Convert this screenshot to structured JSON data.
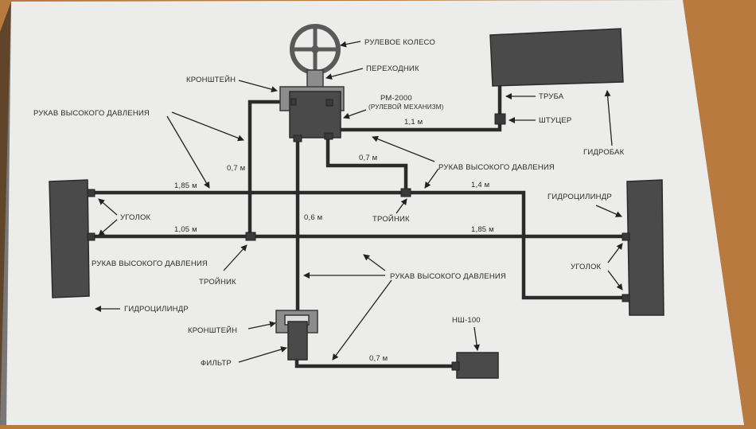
{
  "labels": {
    "steering_wheel": "РУЛЕВОЕ КОЛЕСО",
    "adapter": "ПЕРЕХОДНИК",
    "bracket_top": "КРОНШТЕЙН",
    "pm2000": "РМ-2000",
    "pm2000_sub": "(РУЛЕВОЙ МЕХАНИЗМ)",
    "hose_hp_left": "РУКАВ ВЫСОКОГО ДАВЛЕНИЯ",
    "pipe": "ТРУБА",
    "fitting": "ШТУЦЕР",
    "tank": "ГИДРОБАК",
    "hose_hp_mid": "РУКАВ ВЫСОКОГО ДАВЛЕНИЯ",
    "cylinder_right": "ГИДРОЦИЛИНДР",
    "elbow_left": "УГОЛОК",
    "tee_mid": "ТРОЙНИК",
    "hose_hp_left2": "РУКАВ ВЫСОКОГО ДАВЛЕНИЯ",
    "tee_left": "ТРОЙНИК",
    "elbow_right": "УГОЛОК",
    "hose_hp_bottom": "РУКАВ ВЫСОКОГО ДАВЛЕНИЯ",
    "cylinder_left": "ГИДРОЦИЛИНДР",
    "bracket_bottom": "КРОНШТЕЙН",
    "filter": "ФИЛЬТР",
    "pump": "НШ-100"
  },
  "lengths": {
    "l_1_1": "1,1 м",
    "l_0_7_top": "0,7 м",
    "l_0_7_left": "0,7 м",
    "l_1_85_top": "1,85 м",
    "l_1_4": "1,4 м",
    "l_0_6": "0,6 м",
    "l_1_05": "1,05 м",
    "l_1_85_bottom": "1,85 м",
    "l_0_7_bottom": "0,7 м"
  }
}
